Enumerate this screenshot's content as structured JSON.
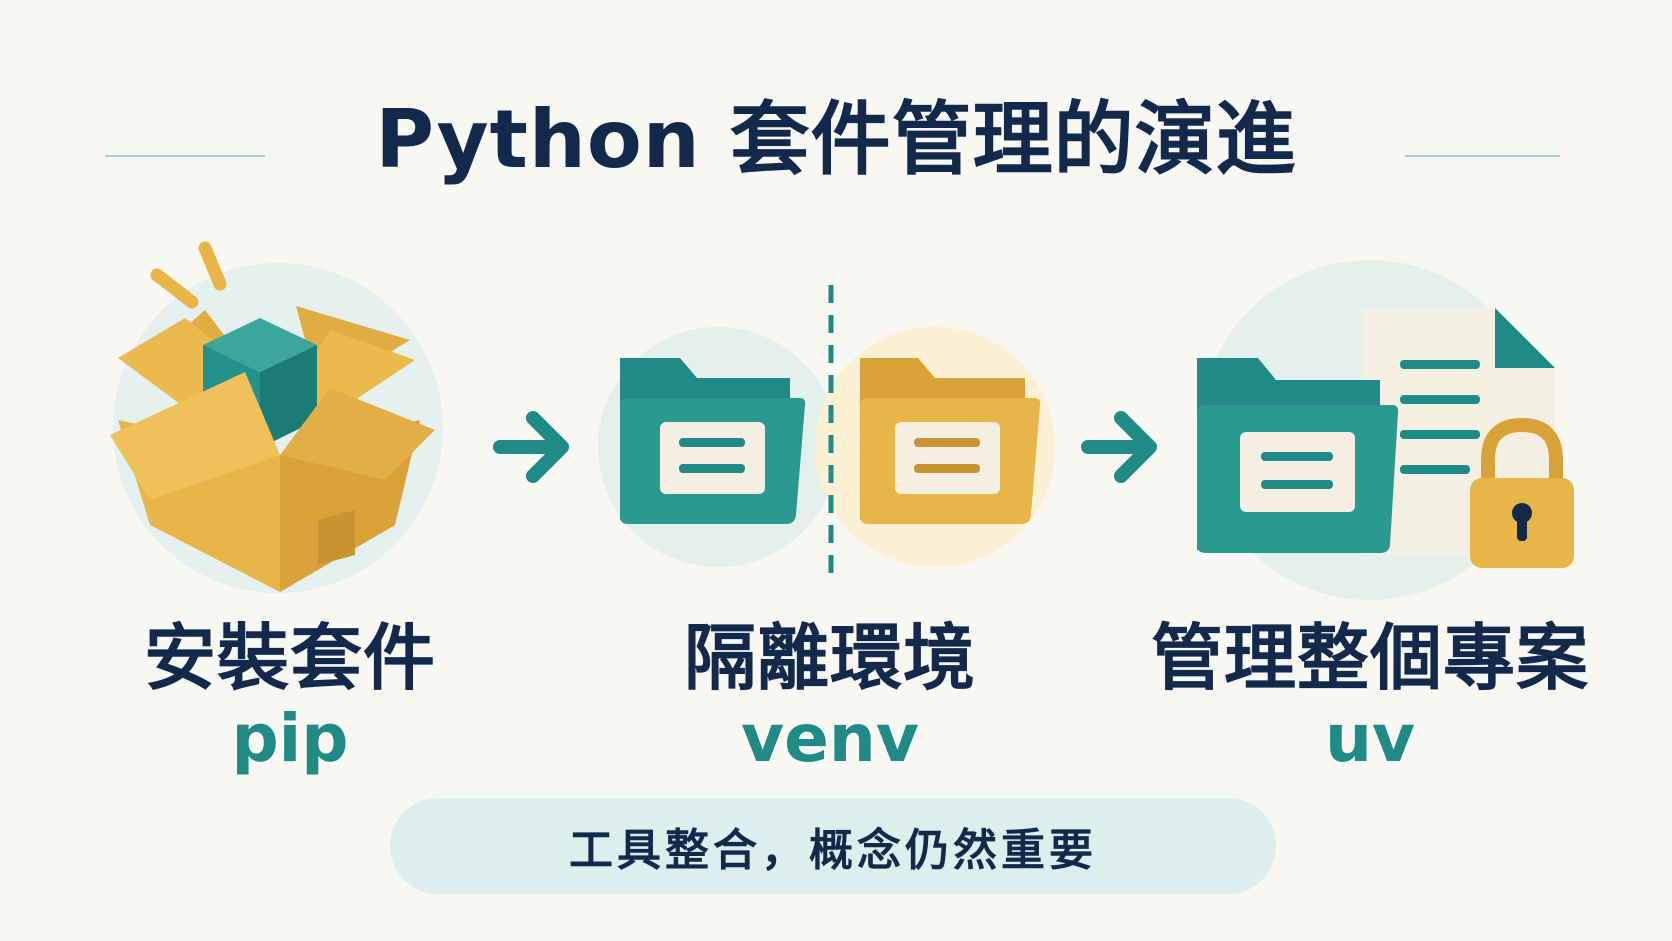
{
  "title": "Python 套件管理的演進",
  "steps": [
    {
      "label": "安裝套件",
      "tool": "pip",
      "icon": "package-box-icon"
    },
    {
      "label": "隔離環境",
      "tool": "venv",
      "icon": "isolated-folders-icon"
    },
    {
      "label": "管理整個專案",
      "tool": "uv",
      "icon": "project-folder-lock-icon"
    }
  ],
  "banner": {
    "text": "工具整合，概念仍然重要"
  },
  "colors": {
    "navy": "#13294b",
    "teal": "#1f8a86",
    "mustard": "#e7b548",
    "cream": "#f3efe2",
    "background": "#f8f7f2"
  }
}
